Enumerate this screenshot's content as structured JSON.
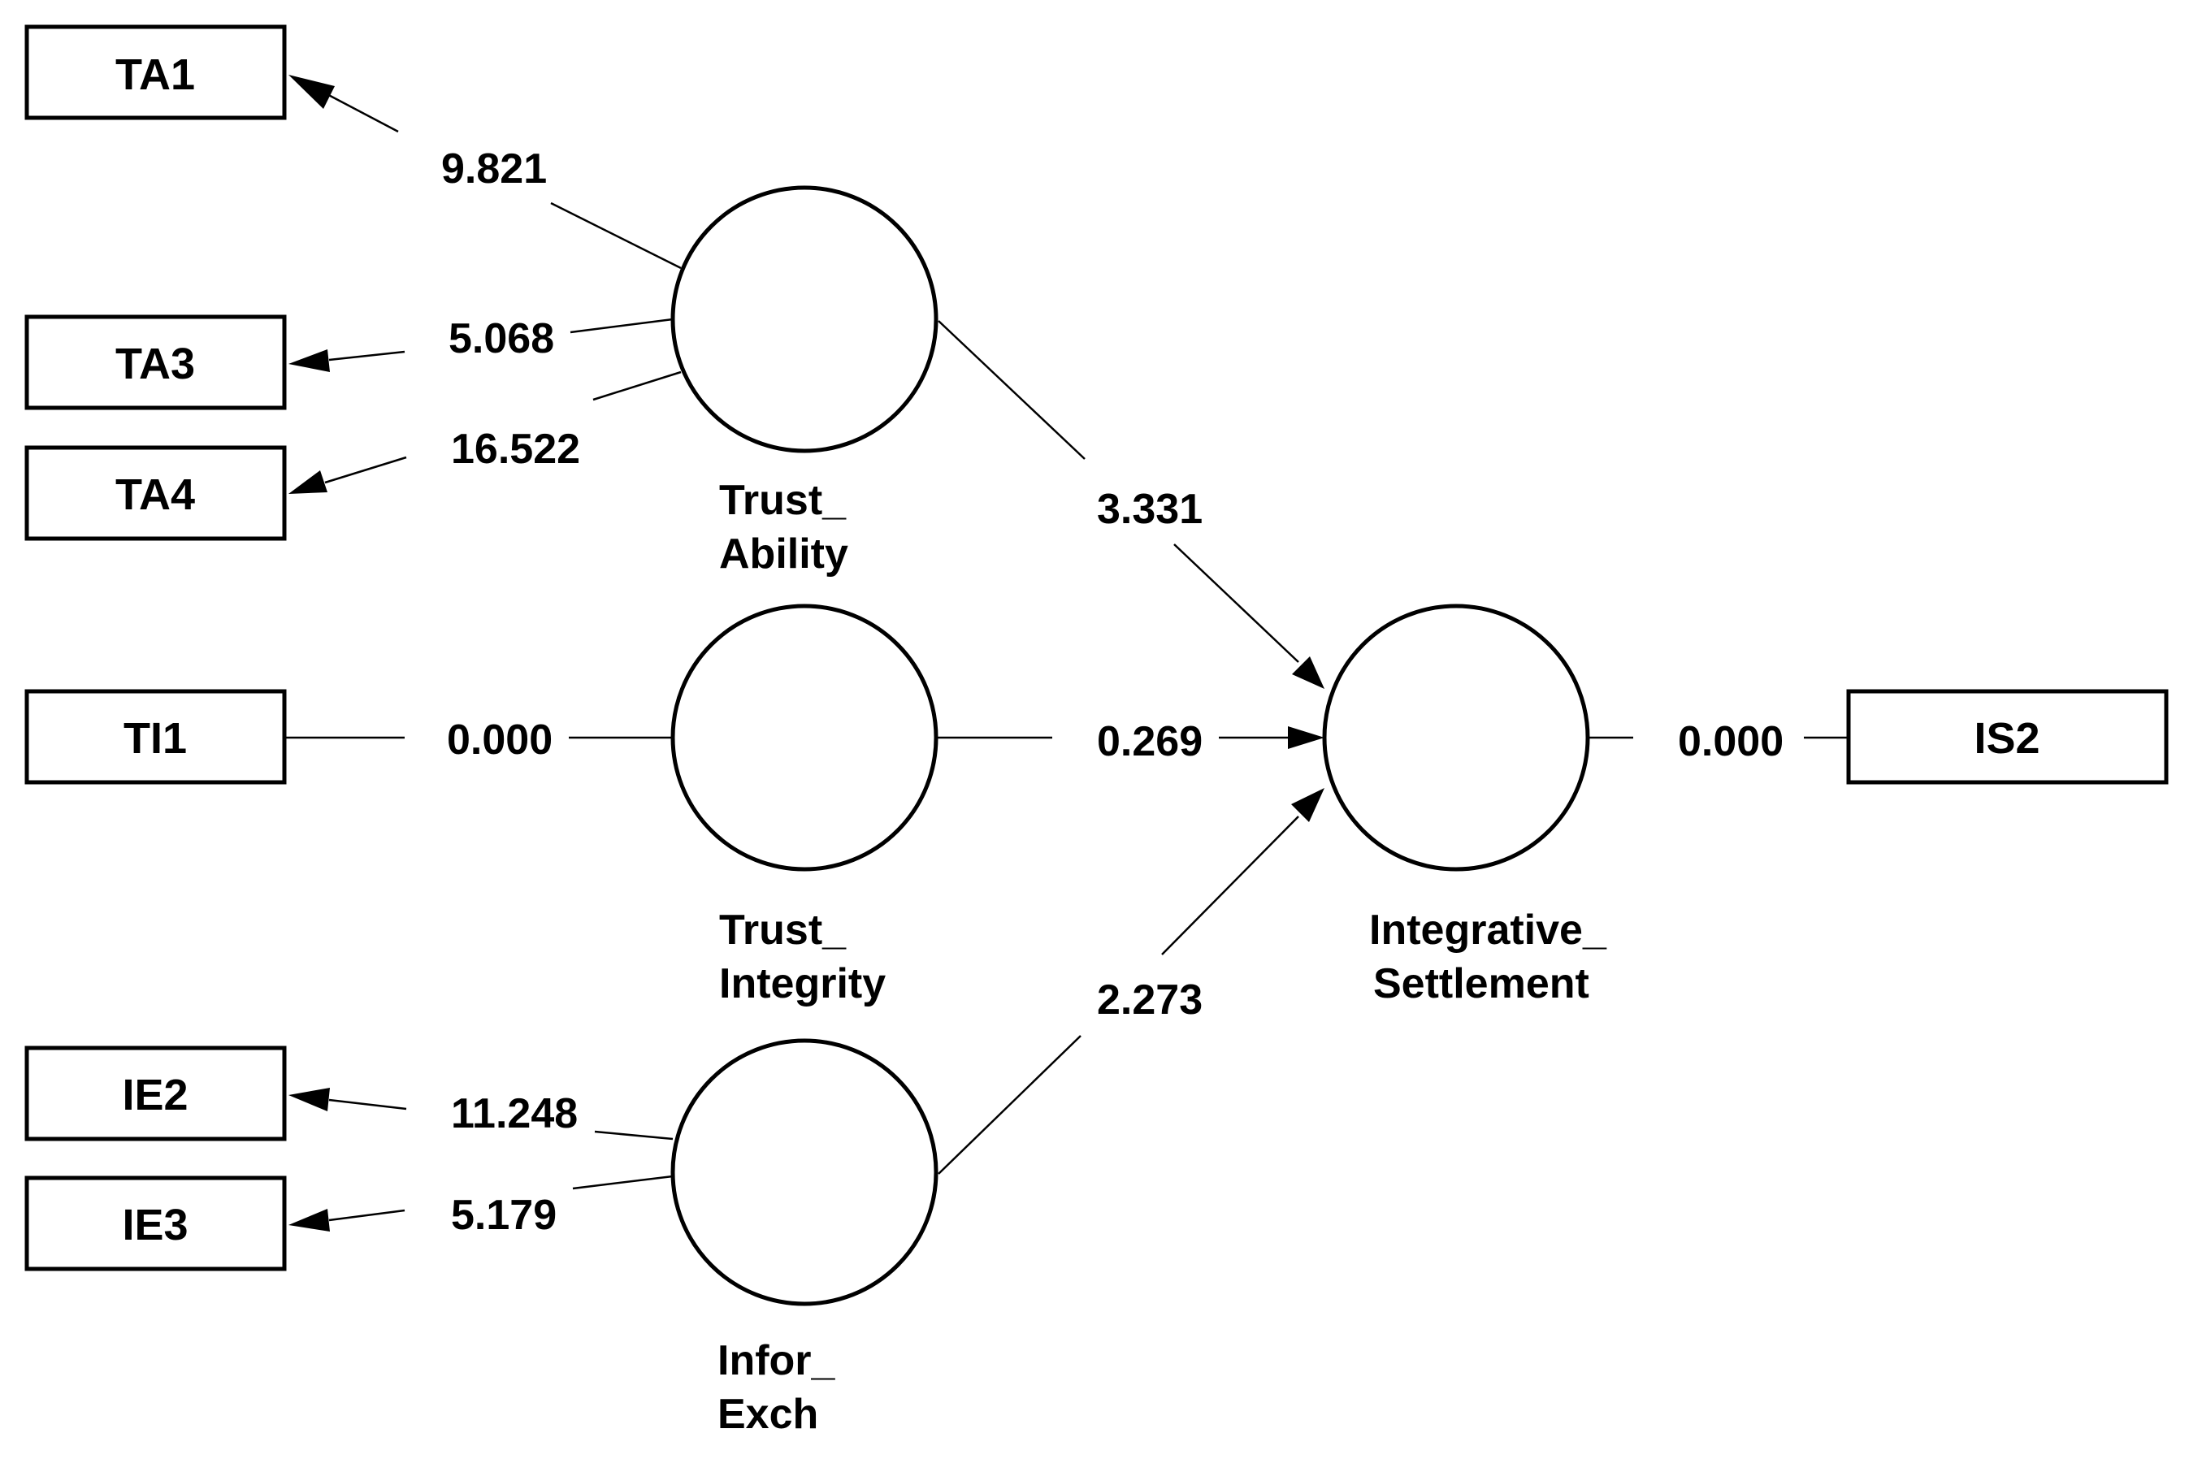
{
  "indicators": {
    "ta1": "TA1",
    "ta3": "TA3",
    "ta4": "TA4",
    "ti1": "TI1",
    "ie2": "IE2",
    "ie3": "IE3",
    "is2": "IS2"
  },
  "constructs": {
    "trust_ability": [
      "Trust_",
      "Ability"
    ],
    "trust_integrity": [
      "Trust_",
      "Integrity"
    ],
    "infor_exch": [
      "Infor_",
      "Exch"
    ],
    "integrative_settlement": [
      "Integrative_",
      "Settlement"
    ]
  },
  "loadings": {
    "ta1": "9.821",
    "ta3": "5.068",
    "ta4": "16.522",
    "ti1": "0.000",
    "ie2": "11.248",
    "ie3": "5.179",
    "is2": "0.000"
  },
  "paths": {
    "ability_to_settlement": "3.331",
    "integrity_to_settlement": "0.269",
    "infor_to_settlement": "2.273"
  }
}
